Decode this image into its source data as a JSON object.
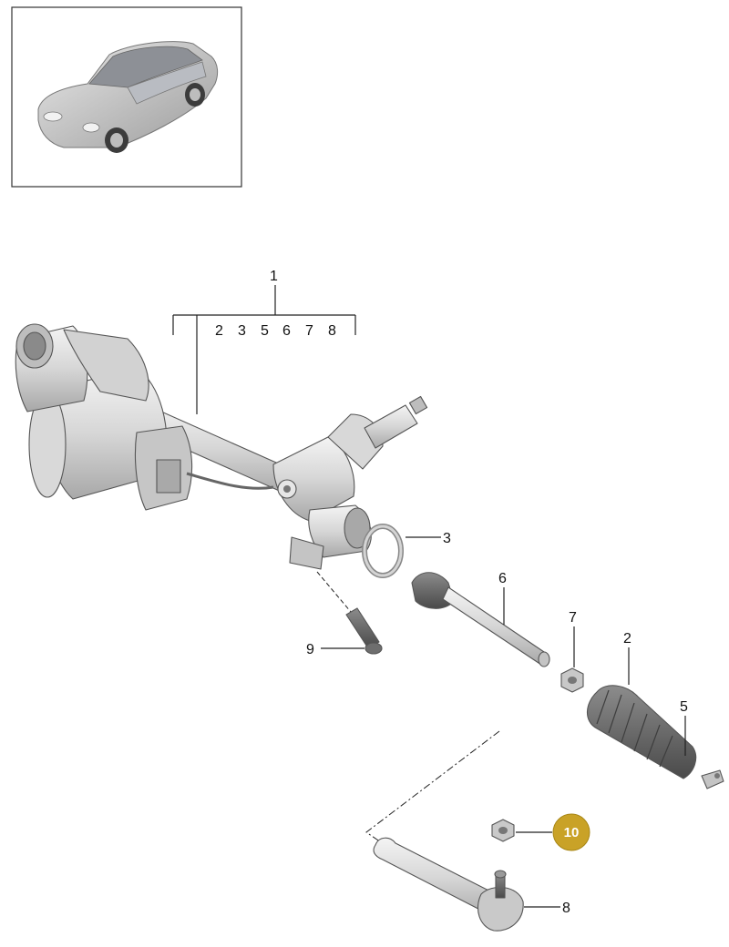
{
  "thumbnail": {
    "subject": "car-thumbnail"
  },
  "group_callout": {
    "number": "1",
    "includes": [
      "2",
      "3",
      "5",
      "6",
      "7",
      "8"
    ]
  },
  "callouts": {
    "c2": "2",
    "c3": "3",
    "c5": "5",
    "c6": "6",
    "c7": "7",
    "c8": "8",
    "c9": "9"
  },
  "highlight": {
    "number": "10",
    "color": "#c9a227"
  },
  "colors": {
    "part_light": "#e4e4e4",
    "part_mid": "#c9c9c9",
    "part_dark": "#9a9a9a",
    "line": "#222222"
  }
}
